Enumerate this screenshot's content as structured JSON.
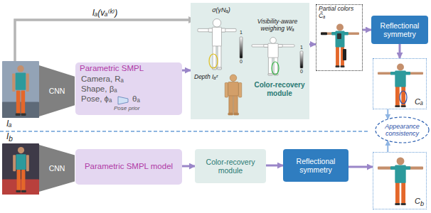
{
  "diagram": {
    "nodes": [
      {
        "text": [
          "Iₐ"
        ]
      },
      {
        "text": [
          "CNN"
        ]
      },
      {
        "text": [
          "Parametric SMPL",
          "Camera, Rₐ",
          "Shape, βₐ",
          "Pose, ϕₐ",
          "θₐ",
          "Pose prior"
        ]
      },
      {
        "text": [
          "Color-recovery module"
        ]
      },
      {
        "text": [
          "σ(γNₐ)"
        ],
        "in": 3
      },
      {
        "text": [
          "Depth Iₐᶻ"
        ],
        "in": 3
      },
      {
        "text": [
          "Visibility-aware weighing Wₐ"
        ],
        "in": 3
      },
      {
        "text": [
          "Partial colors C̃ₐ"
        ]
      },
      {
        "text": [
          "Reflectional symmetry"
        ]
      },
      {
        "text": [
          "Cₐ"
        ]
      },
      {
        "text": [
          "Appearance consistency"
        ]
      },
      {
        "text": [
          "Ib"
        ]
      },
      {
        "text": [
          "CNN"
        ]
      },
      {
        "text": [
          "Parametric SMPL model"
        ]
      },
      {
        "text": [
          "Color-recovery module"
        ]
      },
      {
        "text": [
          "Reflectional symmetry"
        ]
      },
      {
        "text": [
          "Cb"
        ]
      }
    ],
    "edges": [
      {
        "from": 0,
        "to": 4,
        "arrow": "to",
        "label": "Iₐ(vₐ⁽ᵏ⁾)"
      },
      {
        "from": 2,
        "to": 3,
        "arrow": "to"
      },
      {
        "from": 3,
        "to": 7,
        "arrow": "to"
      },
      {
        "from": 7,
        "to": 8,
        "arrow": "to"
      },
      {
        "from": 8,
        "to": 9,
        "arrow": "to"
      },
      {
        "from": 9,
        "to": 10,
        "arrow": "to"
      },
      {
        "from": 16,
        "to": 10,
        "arrow": "to"
      },
      {
        "from": 13,
        "to": 14,
        "arrow": "to"
      },
      {
        "from": 14,
        "to": 15,
        "arrow": "to"
      },
      {
        "from": 15,
        "to": 16,
        "arrow": "to"
      }
    ],
    "labels": [
      "1",
      "0",
      "1",
      "0"
    ]
  }
}
